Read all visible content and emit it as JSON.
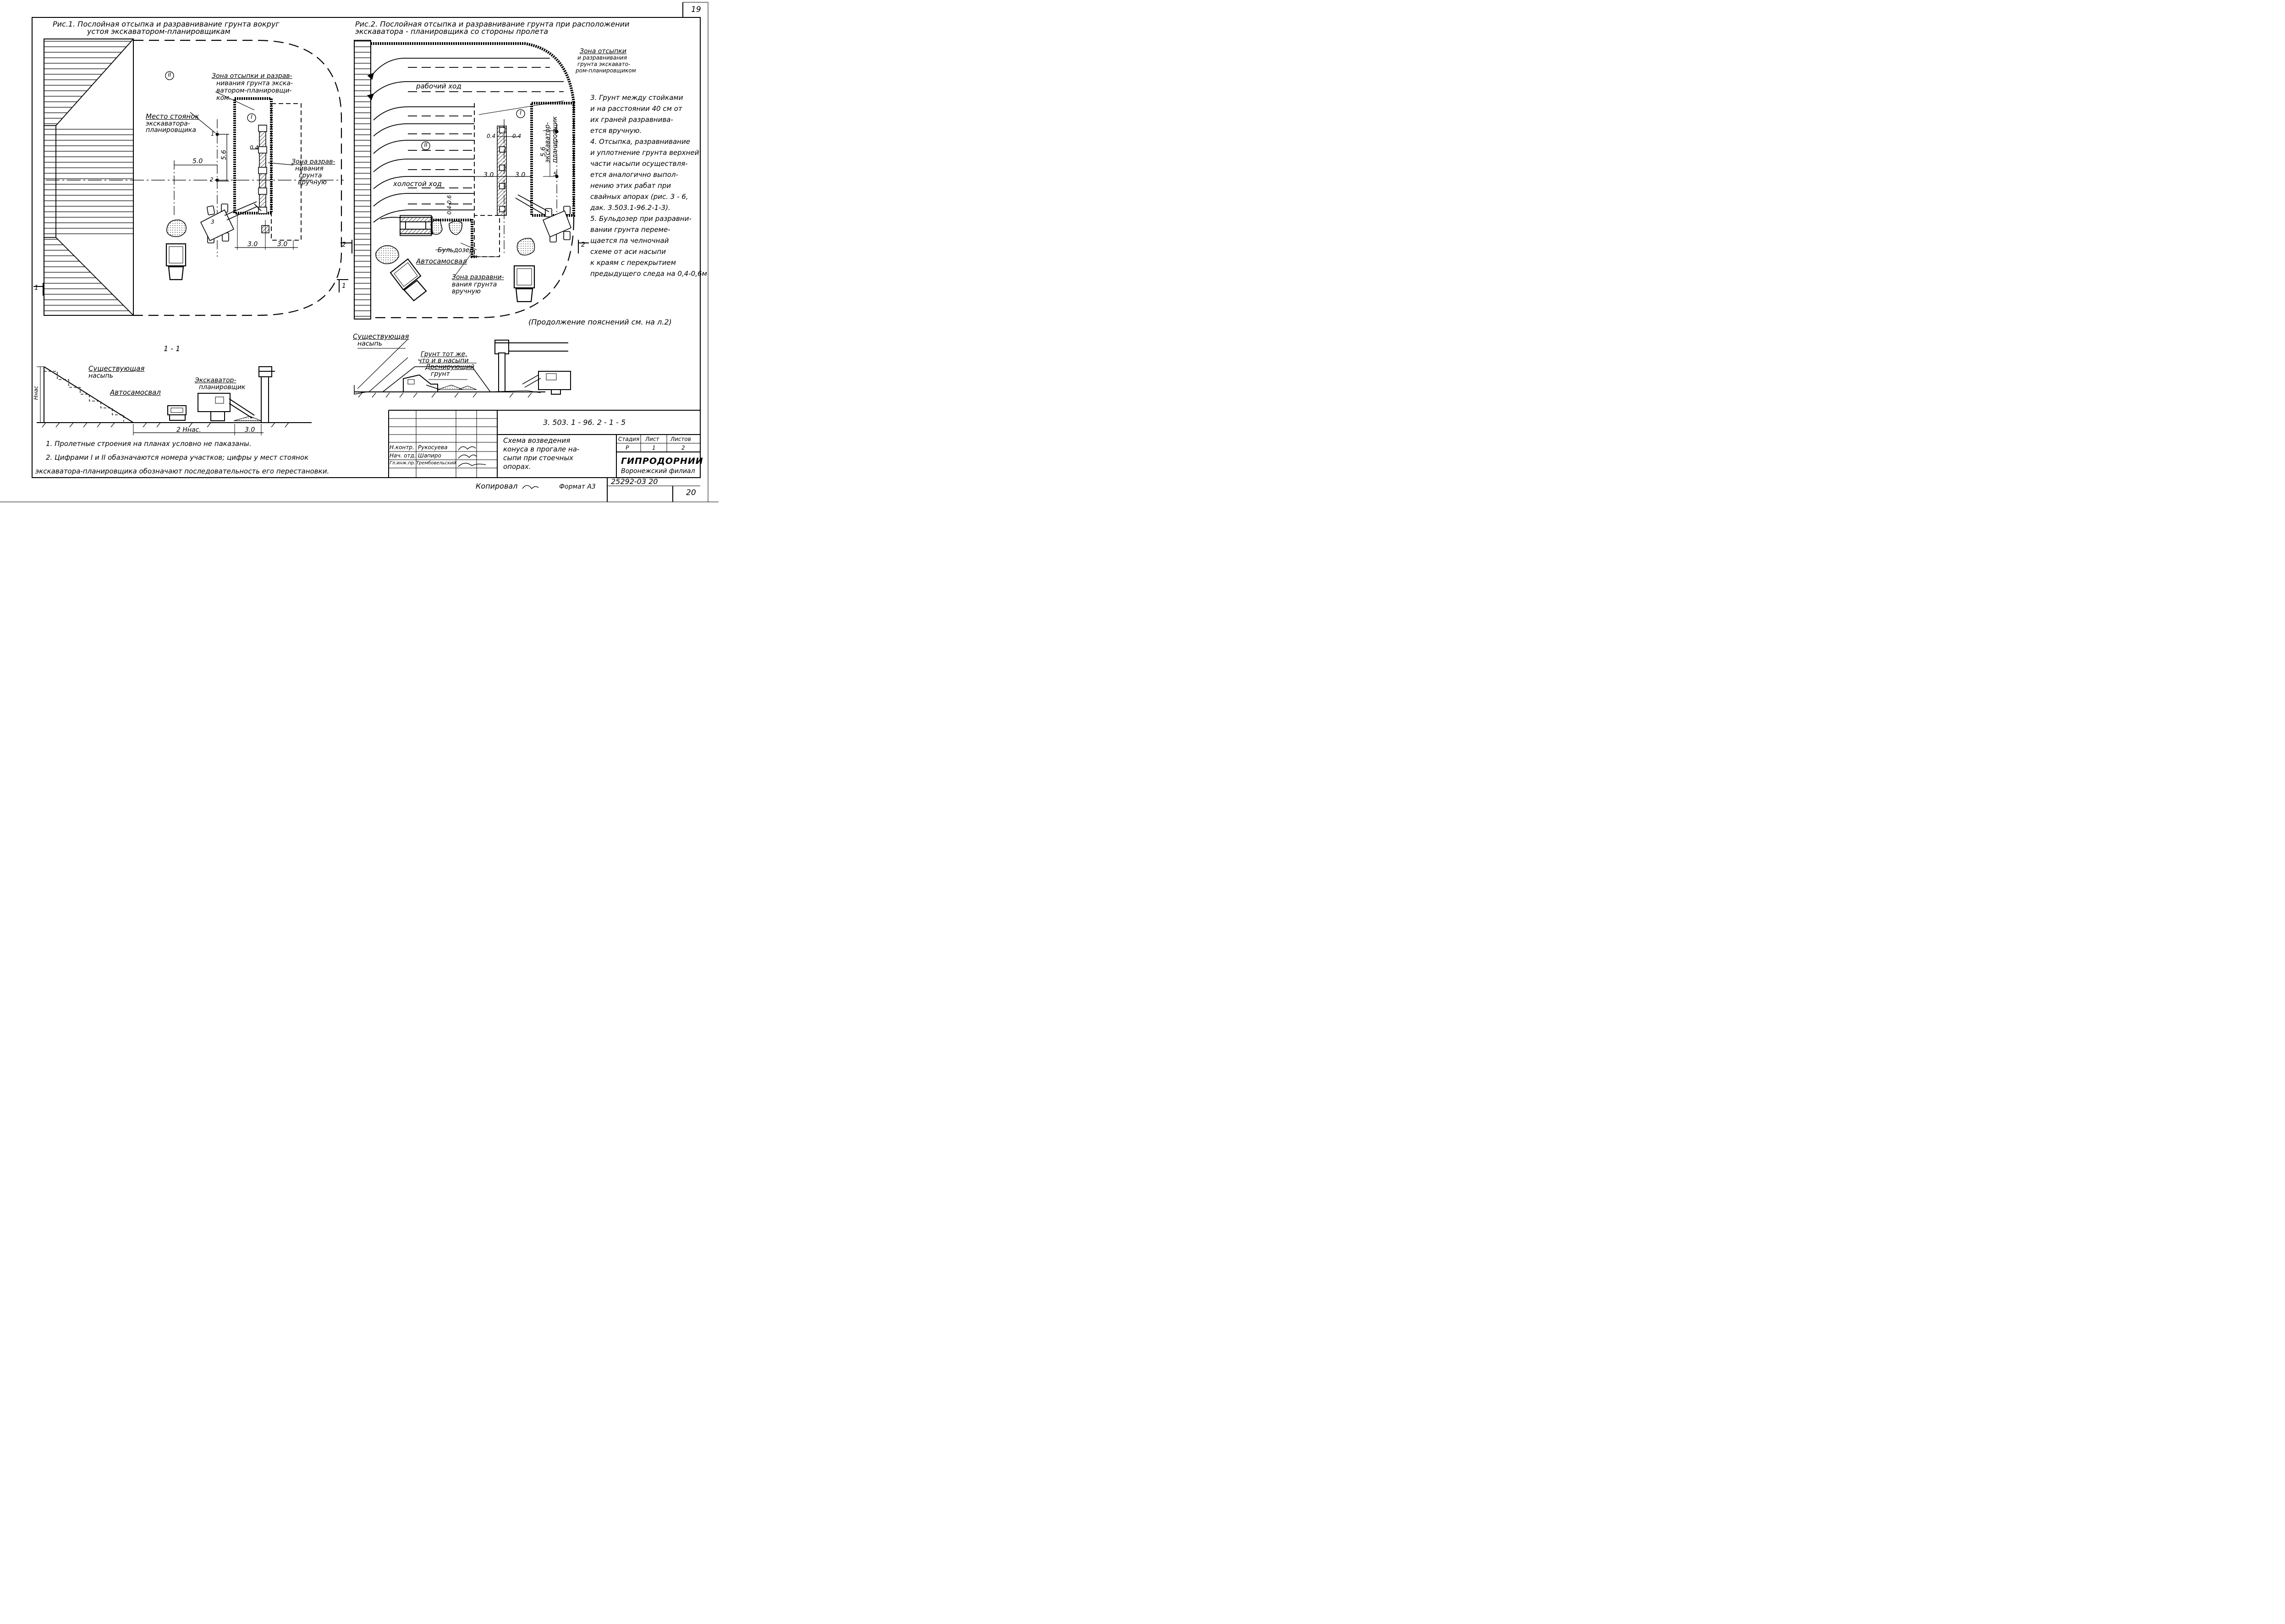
{
  "sheet": {
    "top_number": "19",
    "bottom_number": "20",
    "copied_label": "Копировал",
    "format_label": "Формат А3",
    "archive_number": "25292-03 20"
  },
  "fig1": {
    "title_line1": "Рис.1.  Послойная отсыпка и разравнивание грунта вокруг",
    "title_line2": "устоя  экскаватором-планировщикам",
    "zone_excavator": [
      "Зона отсыпки и разрав-",
      "нивания грунта экска-",
      "ватором-планировщи-",
      "ком."
    ],
    "parking_places": [
      "Место стоянок",
      "экскаватора-",
      "планировщика"
    ],
    "zone_manual": [
      "Зона разрав-",
      "нивания",
      "грунта",
      "вручную"
    ],
    "roman_1": "I",
    "roman_2": "II",
    "dim_5_0": "5.0",
    "dim_5_6": "5.6",
    "dim_0_4": "0.4",
    "dim_3_0_a": "3.0",
    "dim_3_0_b": "3.0",
    "pos_1": "1",
    "pos_2": "2",
    "pos_3": "3",
    "cut_mark": "1"
  },
  "fig2": {
    "title_line1": "Рис.2. Послойная отсыпка и разравнивание грунта при расположении",
    "title_line2": "экскаватора - планировщика  со  стороны  пролета",
    "zone_excavator": [
      "Зона  отсыпки",
      "и разравнивания",
      "грунта экскавато-",
      "ром-планировщиком"
    ],
    "work_pass": "рабочий ход",
    "idle_pass": "холостой ход",
    "roman_1": "I",
    "roman_2": "II",
    "dim_0_4_a": "0.4",
    "dim_0_4_b": "0.4",
    "dim_5_6": "5.6",
    "dim_3_0_a": "3.0",
    "dim_3_0_b": "3.0",
    "dim_0_4_0_6": "0.4-0.6",
    "pos_4": "4",
    "pos_5": "5",
    "excavator": [
      "экскаватор-",
      "планировщик"
    ],
    "bulldozer": "Бульдозер",
    "dump_truck": "Автосамосвал",
    "zone_manual": [
      "Зона разравни-",
      "вания грунта",
      "вручную"
    ],
    "cut_mark_left": "2",
    "cut_mark_right": "2",
    "cut_mark_bottom": "1"
  },
  "notes_right": [
    "3. Грунт  между  стойками",
    "и на расстоянии 40 см от",
    "их  граней  разравнива-",
    "ется      вручную.",
    "4. Отсыпка,  разравнивание",
    "и уплотнение грунта верхней",
    "части насыпи осуществля-",
    "ется  аналогично  выпол-",
    "нению   этих рабат при",
    "свайных  апорах (рис. 3 - 6,",
    "дак. 3.503.1-96.2-1-3).",
    "5. Бульдозер при разравни-",
    "вании  грунта  переме-",
    "щается  па  челночнай",
    "схеме  от  аси  насыпи",
    "к  краям с  перекрытием",
    "предыдущего следа на 0,4-0,6м"
  ],
  "continuation": "(Продолжение  пояснений  см. на  л.2)",
  "section11": {
    "title": "1 - 1",
    "existing": [
      "Существующая",
      "насыпь"
    ],
    "dump_truck": "Автосамосвал",
    "excavator": [
      "Экскаватор-",
      "планировщик"
    ],
    "h_label": "Ннас",
    "dim_2h": "2 Ннас.",
    "dim_3_0": "3.0"
  },
  "section22": {
    "existing": [
      "Существующая",
      "насыпь"
    ],
    "soil_same": [
      "Грунт  тот  же,",
      "что и в насыпи"
    ],
    "drain": [
      "Дренирующий",
      "грунт"
    ]
  },
  "notes_bottom": [
    "1.  Пролетные  строения  на  планах  условно  не  паказаны.",
    "2.  Цифрами  I и II  обазначаются  номера  участков;  цифры  у  мест  стоянок",
    "экскаватора-планировщика  обозначают  последовательность  его  перестановки."
  ],
  "title_block": {
    "doc_code": "3. 503. 1 - 96. 2 - 1 - 5",
    "description": [
      "Схема   возведения",
      "конуса  в  прогале  на-",
      "сыпи  при   стоечных",
      "опорах."
    ],
    "stage_header": "Стадия",
    "sheet_header": "Лист",
    "sheets_header": "Листов",
    "stage_value": "Р",
    "sheet_value": "1",
    "sheets_value": "2",
    "org": "ГИПРОДОРНИИ",
    "branch": "Воронежский филиал",
    "roles": [
      {
        "role": "Н.контр.",
        "name": "Рукосуева"
      },
      {
        "role": "Нач. отд.",
        "name": "Шапиро"
      },
      {
        "role": "Гл.инж.пр.",
        "name": "Трембовельский"
      }
    ]
  }
}
